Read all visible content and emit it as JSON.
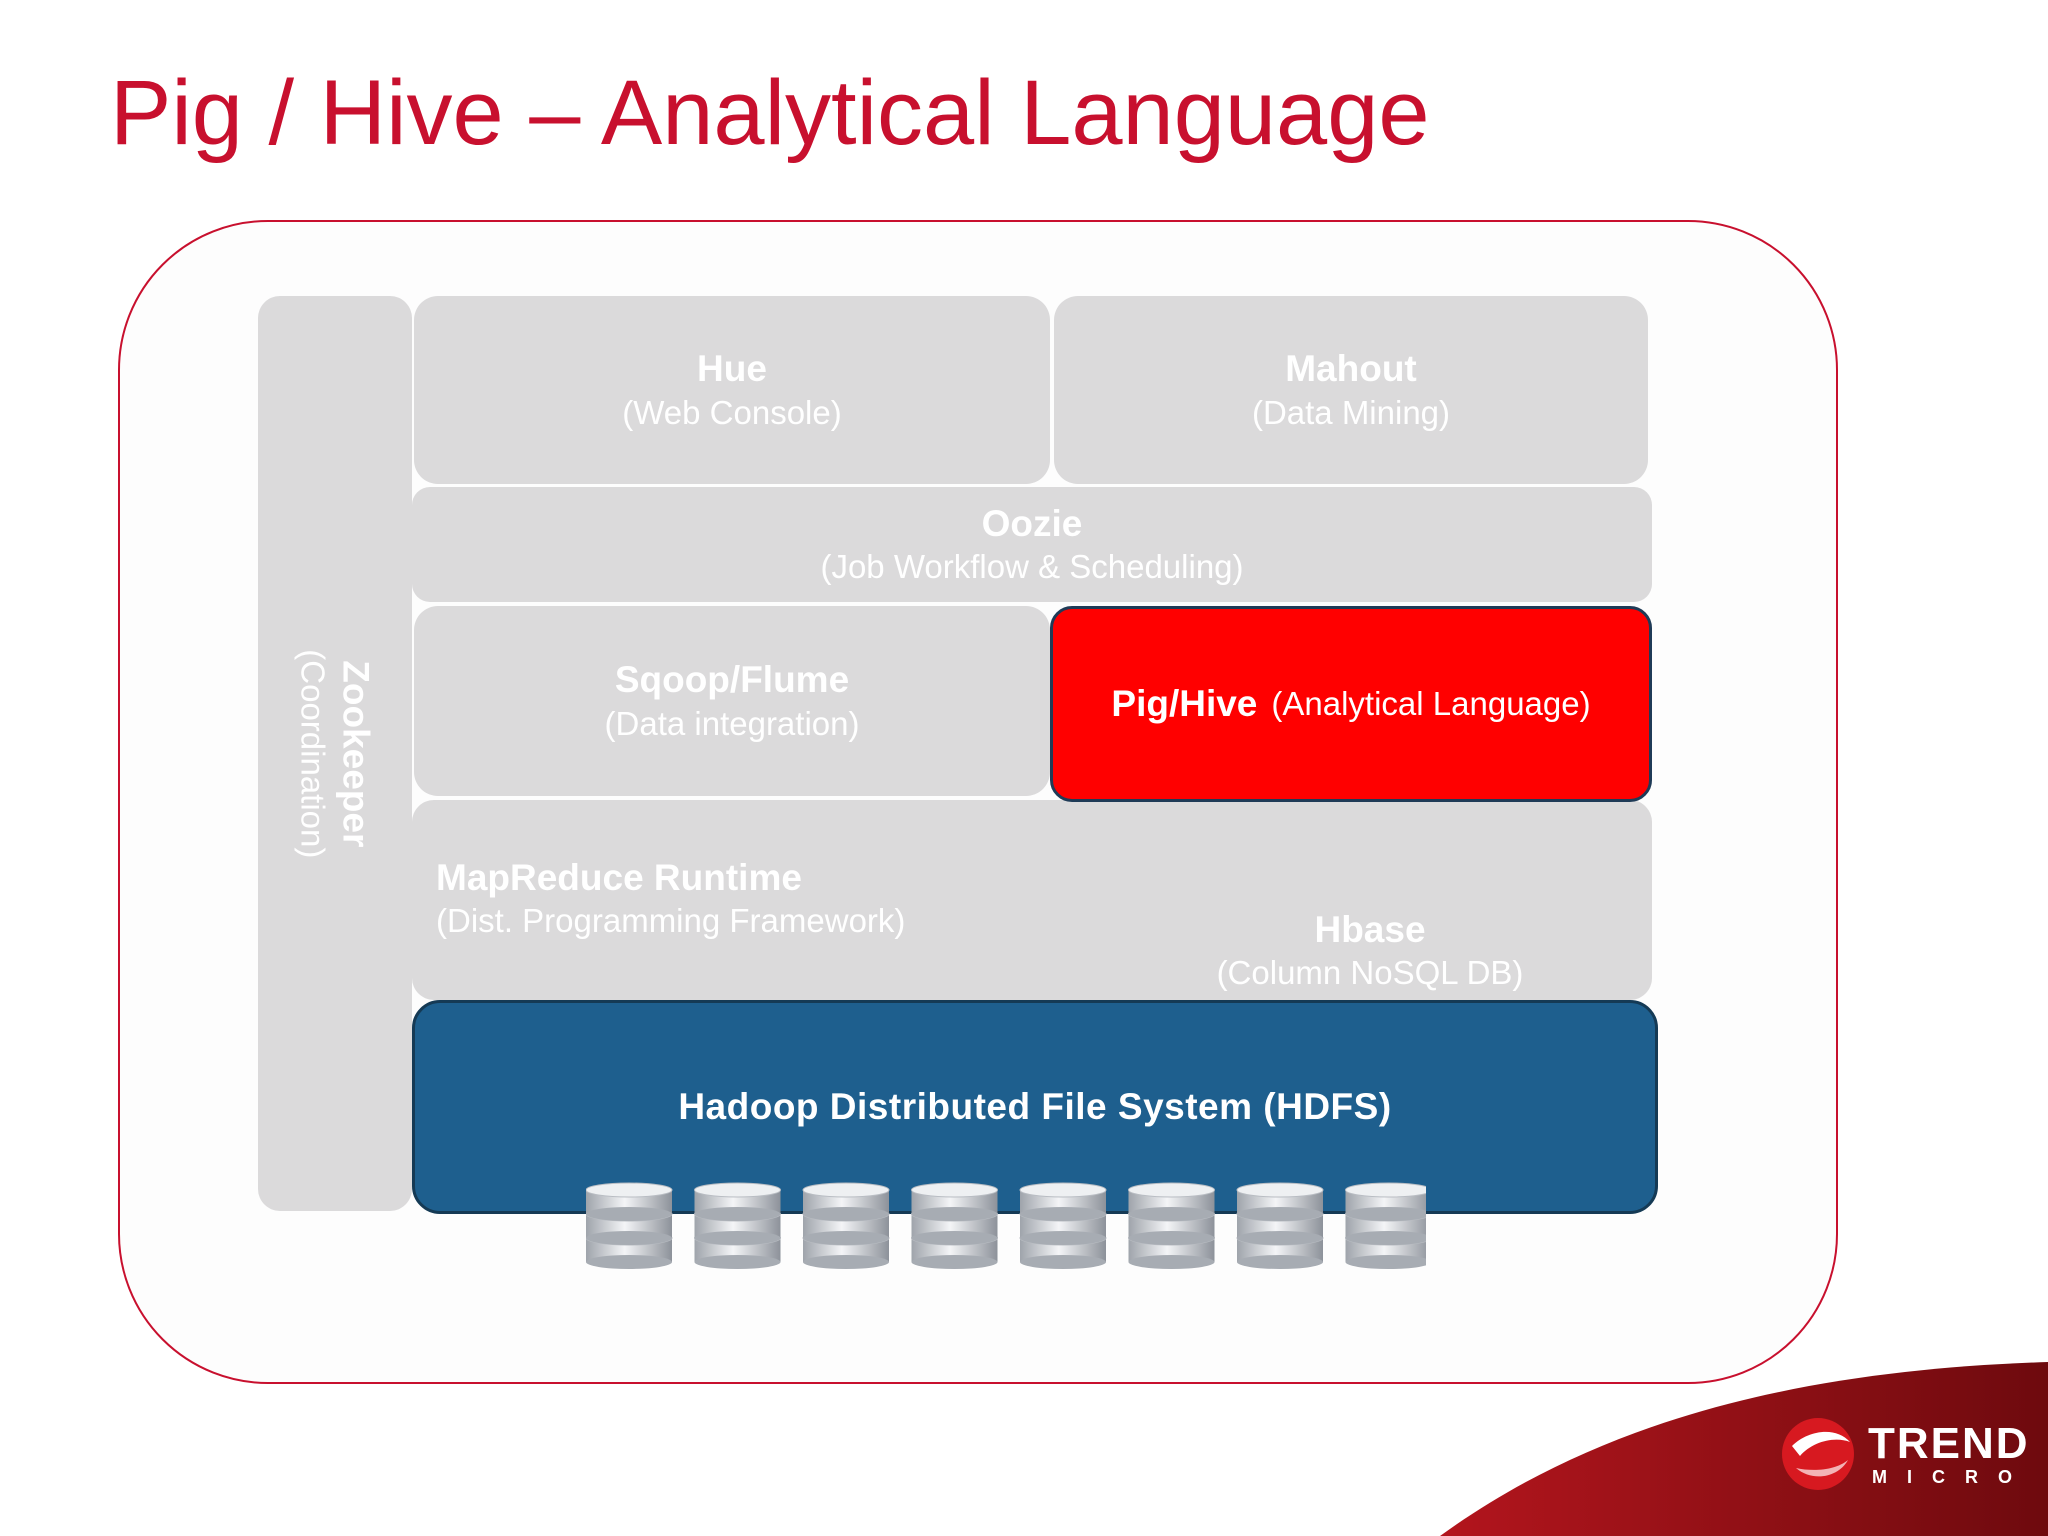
{
  "slide": {
    "title": "Pig / Hive – Analytical Language"
  },
  "diagram": {
    "zookeeper": {
      "name": "Zookeeper",
      "sub": "(Coordination)"
    },
    "hue": {
      "name": "Hue",
      "sub": "(Web Console)"
    },
    "mahout": {
      "name": "Mahout",
      "sub": "(Data Mining)"
    },
    "oozie": {
      "name": "Oozie",
      "sub": "(Job Workflow & Scheduling)"
    },
    "sqoop": {
      "name": "Sqoop/Flume",
      "sub": "(Data integration)"
    },
    "pighive": {
      "name": "Pig/Hive",
      "sub": "(Analytical Language)"
    },
    "mapreduce": {
      "name": "MapReduce Runtime",
      "sub": "(Dist. Programming Framework)"
    },
    "hbase": {
      "name": "Hbase",
      "sub": "(Column NoSQL DB)"
    },
    "hdfs": {
      "name": "Hadoop Distributed File System (HDFS)"
    },
    "disk_count": 8
  },
  "logo": {
    "line1": "TREND",
    "line2": "MICRO"
  },
  "colors": {
    "title": "#c8102e",
    "component_box": "#dbdadb",
    "highlight": "#ff0000",
    "hdfs": "#1e5f8e"
  }
}
